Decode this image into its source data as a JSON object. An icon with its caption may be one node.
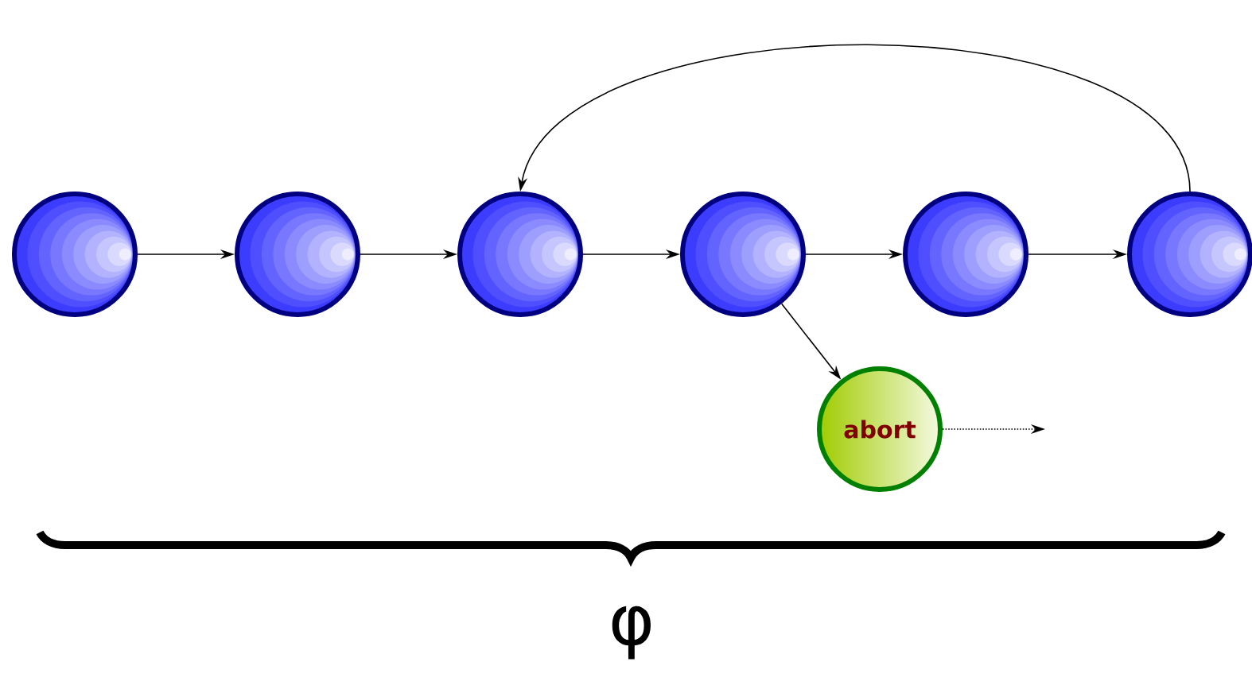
{
  "diagram": {
    "nodes": [
      {
        "text": [],
        "shape": "circle"
      },
      {
        "text": [],
        "shape": "circle"
      },
      {
        "text": [],
        "shape": "circle"
      },
      {
        "text": [],
        "shape": "circle"
      },
      {
        "text": [],
        "shape": "circle"
      },
      {
        "text": [],
        "shape": "circle"
      },
      {
        "text": [
          "abort"
        ]
      }
    ],
    "edges": [
      {
        "from": 0,
        "to": 1,
        "arrow": "to"
      },
      {
        "from": 1,
        "to": 2,
        "arrow": "to"
      },
      {
        "from": 2,
        "to": 3,
        "arrow": "to"
      },
      {
        "from": 3,
        "to": 4,
        "arrow": "to"
      },
      {
        "from": 4,
        "to": 5,
        "arrow": "to"
      },
      {
        "from": 5,
        "to": 2,
        "arrow": "to"
      },
      {
        "from": 3,
        "to": 6,
        "arrow": "to"
      },
      {
        "from": 6,
        "to": null,
        "arrow": "to",
        "style": "dashed"
      }
    ],
    "labels": [
      "φ"
    ]
  }
}
